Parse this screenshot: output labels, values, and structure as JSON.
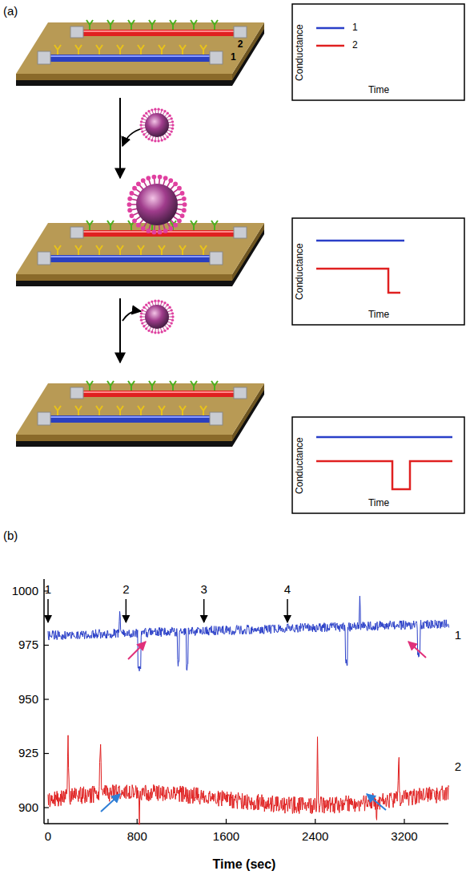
{
  "diagram": {
    "labels": [
      "(a)",
      "2",
      "1",
      "Conductance",
      "Time",
      "Conductance",
      "Time",
      "Conductance",
      "Time",
      "(b)",
      "1000",
      "975",
      "950",
      "925",
      "900",
      "0",
      "800",
      "1600",
      "2400",
      "3200",
      "Time (sec)",
      "1",
      "2",
      "3",
      "4",
      "1",
      "2"
    ],
    "legend": [
      {
        "text": "1"
      },
      {
        "text": "2"
      }
    ]
  }
}
